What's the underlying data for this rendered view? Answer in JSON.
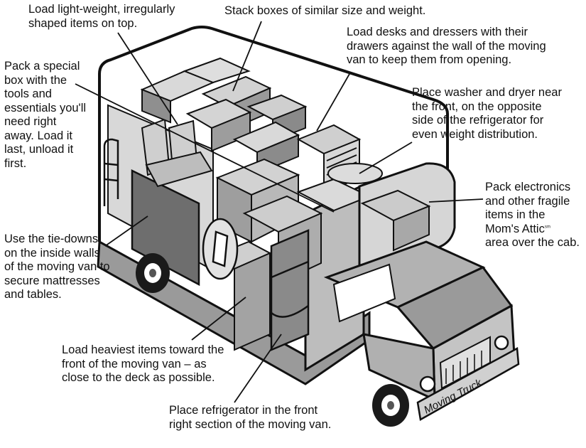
{
  "labels": {
    "light_items": [
      "Load light-weight, irregularly",
      "shaped items on top."
    ],
    "stack_boxes": [
      "Stack boxes of similar size and weight."
    ],
    "desks": [
      "Load desks and dressers with their",
      "drawers against the wall of the moving",
      "van to keep them from opening."
    ],
    "washer": [
      "Place washer and dryer near",
      "the front, on the opposite",
      "side of the refrigerator for",
      "even weight distribution."
    ],
    "special_box": [
      "Pack a special",
      "box with the",
      "tools and",
      "essentials you'll",
      "need right",
      "away. Load it",
      "last, unload it",
      "first."
    ],
    "electronics": [
      "Pack electronics",
      "and other fragile",
      "items in the",
      "Mom's Attic",
      "area over the cab."
    ],
    "electronics_mark": "sm",
    "tie_downs": [
      "Use the tie-downs",
      "on the inside walls",
      "of the moving van to",
      "secure mattresses",
      "and tables."
    ],
    "heaviest": [
      "Load heaviest items toward the",
      "front of the moving van – as",
      "close to the deck as possible."
    ],
    "refrigerator": [
      "Place refrigerator in the front",
      "right section of the moving van."
    ]
  },
  "truck": {
    "side_lettering": "Moving Truck"
  },
  "colors": {
    "ink": "#111111",
    "gray_light": "#cfcfcf",
    "gray_mid": "#a9a9a9",
    "gray_dark": "#7b7b7b",
    "gray_darker": "#5e5e5e"
  }
}
